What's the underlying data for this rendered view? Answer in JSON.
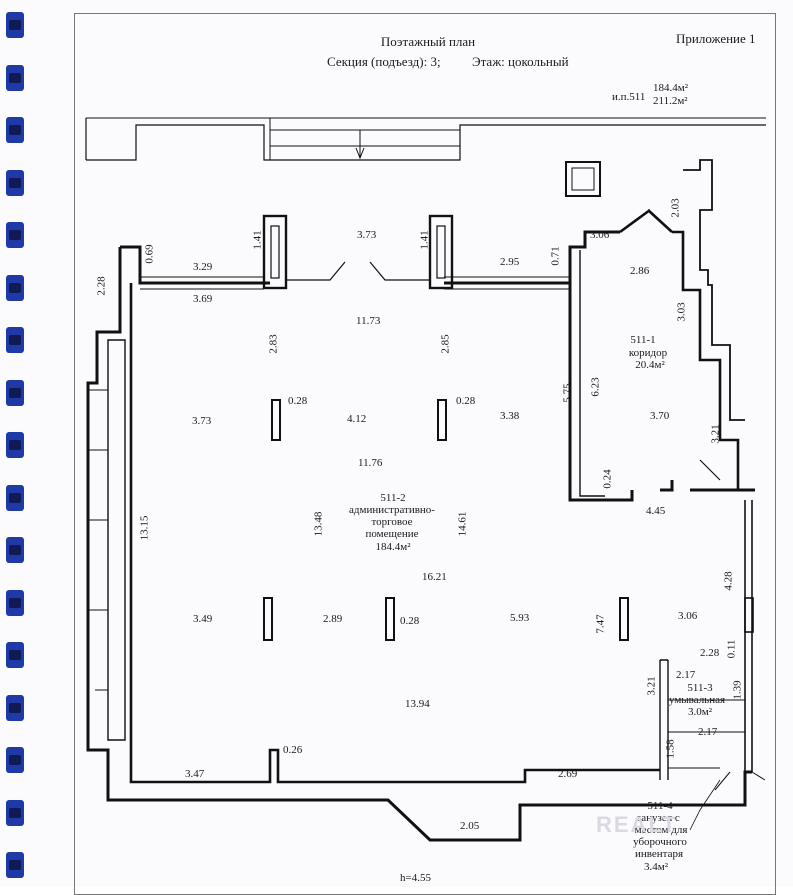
{
  "header": {
    "title": "Поэтажный план",
    "appendix": "Приложение 1",
    "section": "Секция (подъезд): 3;",
    "floor": "Этаж: цокольный",
    "unit_label": "и.п.511",
    "area_1": "184.4м²",
    "area_2": "211.2м²"
  },
  "rooms": {
    "r1": {
      "id": "511-1",
      "name": "коридор",
      "area": "20.4м²"
    },
    "r2": {
      "id": "511-2",
      "name_1": "административно-",
      "name_2": "торговое",
      "name_3": "помещение",
      "area": "184.4м²"
    },
    "r3": {
      "id": "511-3",
      "name": "умывальная",
      "area": "3.0м²"
    },
    "r4": {
      "id": "511-4",
      "name_1": "санузел с",
      "name_2": "местом для",
      "name_3": "уборочного",
      "name_4": "инвентаря",
      "area": "3.4м²"
    }
  },
  "dimensions": {
    "d_069": "0.69",
    "d_141a": "1.41",
    "d_373top": "3.73",
    "d_141b": "1.41",
    "d_329": "3.29",
    "d_295": "2.95",
    "d_071": "0.71",
    "d_306top": "3.06",
    "d_203": "2.03",
    "d_228a": "2.28",
    "d_369": "3.69",
    "d_286": "2.86",
    "d_1173": "11.73",
    "d_303": "3.03",
    "d_283": "2.83",
    "d_285": "2.85",
    "d_575": "5.75",
    "d_623": "6.23",
    "d_373left": "3.73",
    "d_028a": "0.28",
    "d_412": "4.12",
    "d_028b": "0.28",
    "d_338": "3.38",
    "d_370": "3.70",
    "d_321a": "3.21",
    "d_1176": "11.76",
    "d_024": "0.24",
    "d_445": "4.45",
    "d_1315": "13.15",
    "d_1348": "13.48",
    "d_1461": "14.61",
    "d_1621": "16.21",
    "d_428": "4.28",
    "d_349": "3.49",
    "d_289": "2.89",
    "d_028c": "0.28",
    "d_593": "5.93",
    "d_747": "7.47",
    "d_306": "3.06",
    "d_228b": "2.28",
    "d_011": "0.11",
    "d_217a": "2.17",
    "d_321b": "3.21",
    "d_139": "1.39",
    "d_1394": "13.94",
    "d_217b": "2.17",
    "d_158": "1.58",
    "d_026": "0.26",
    "d_347": "3.47",
    "d_269": "2.69",
    "d_205": "2.05"
  },
  "height": "h=4.55",
  "watermark": "REALT"
}
